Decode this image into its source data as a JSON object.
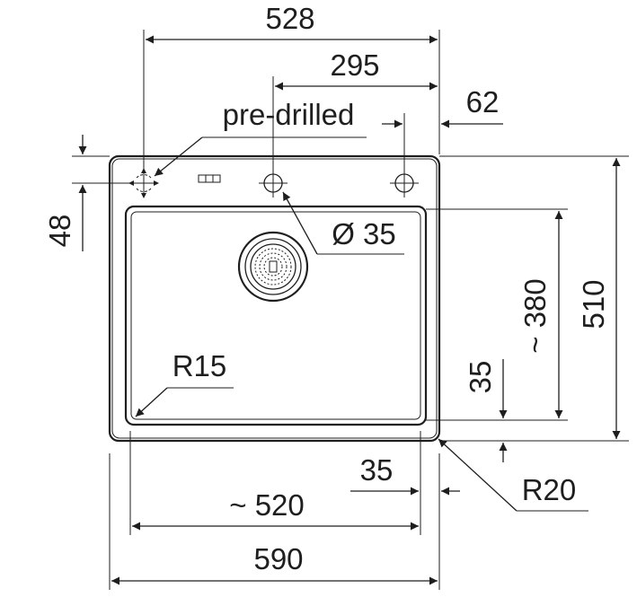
{
  "dimensions": {
    "top_width": "528",
    "hole_offset": "295",
    "hole_edge": "62",
    "predrilled": "pre-drilled",
    "top_depth": "48",
    "hole_dia": "Ø 35",
    "total_depth": "510",
    "bowl_depth": "~ 380",
    "rim_right": "35",
    "bowl_radius": "R15",
    "outer_radius": "R20",
    "rim_bottom": "35",
    "bowl_width": "~ 520",
    "total_width": "590"
  },
  "icons": [
    "faucet-hole-icon",
    "drain-strainer-icon",
    "overflow-slot-icon",
    "predrilled-cross-icon"
  ]
}
